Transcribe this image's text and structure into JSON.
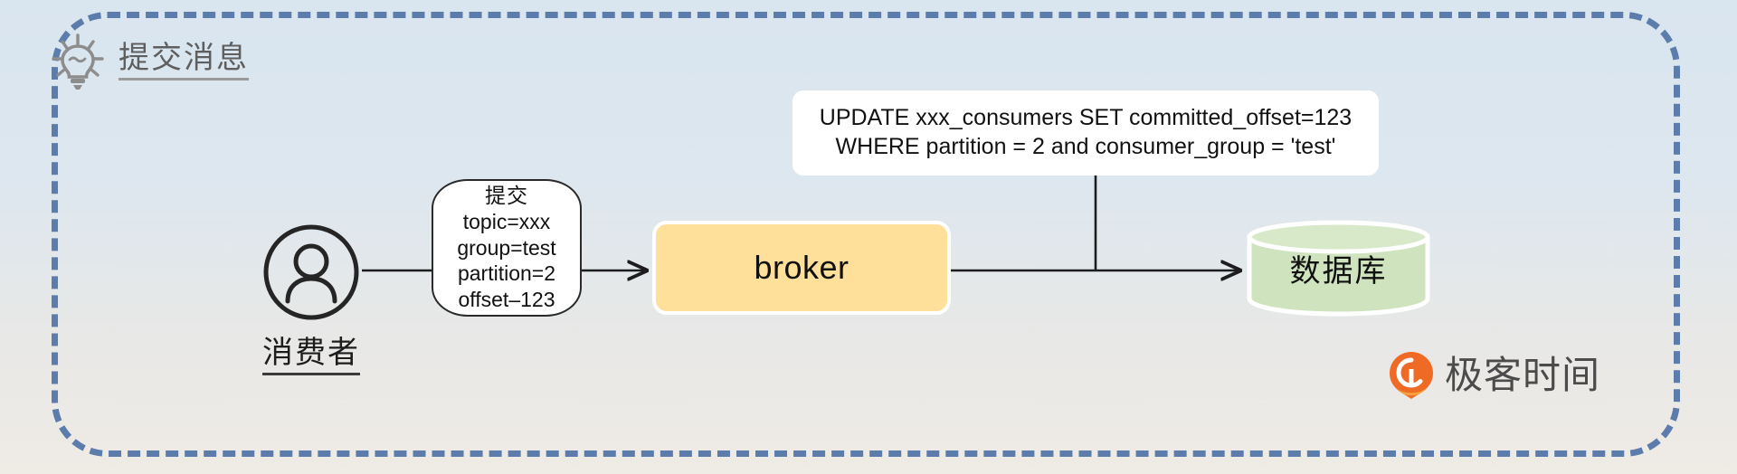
{
  "diagram": {
    "title": "提交消息",
    "title_icon": "lightbulb-icon",
    "background_top_color": "#d9e5ef",
    "background_bottom_color": "#efebe5",
    "frame_color": "#5c7cac"
  },
  "consumer": {
    "icon": "user-circle-icon",
    "label": "消费者"
  },
  "commit_bubble": {
    "lines": [
      "提交",
      "topic=xxx",
      "group=test",
      "partition=2",
      "offset–123"
    ]
  },
  "broker": {
    "label": "broker",
    "fill_color": "#fee09b"
  },
  "database": {
    "label": "数据库",
    "fill_color": "#cfe3bf"
  },
  "sql_callout": {
    "lines": [
      "UPDATE xxx_consumers SET committed_offset=123",
      "WHERE partition = 2 and consumer_group = 'test'"
    ]
  },
  "brand": {
    "mark": "geektime-logo-icon",
    "text": "极客时间",
    "accent_color": "#ef6a25"
  }
}
